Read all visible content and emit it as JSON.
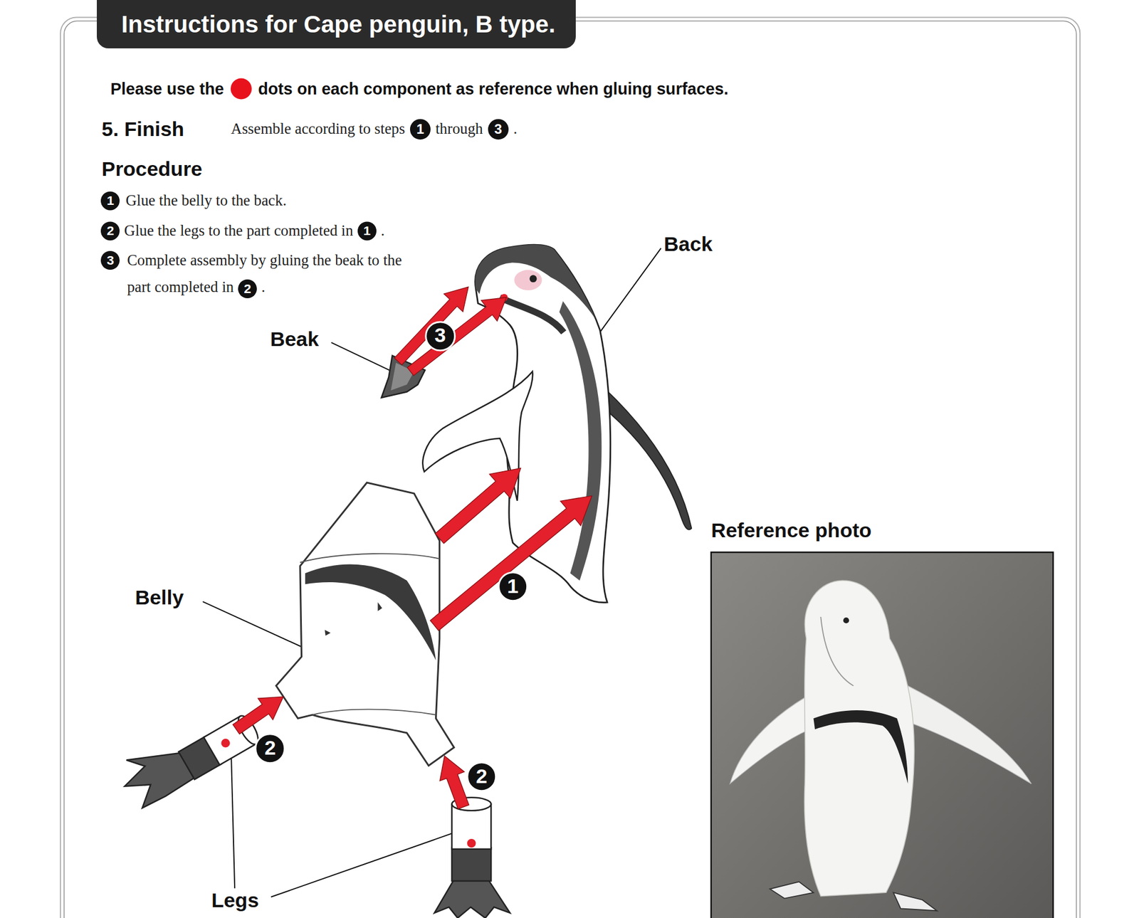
{
  "diagram": {
    "title": "Instructions for Cape penguin, B type.",
    "labels": [
      "Please use the",
      "dots on each component as reference when gluing surfaces.",
      "5. Finish",
      "Assemble according to steps",
      "1",
      "through",
      "3",
      ".",
      "Procedure",
      "1",
      "Glue the belly to the back.",
      "2",
      "Glue the legs to the part completed in",
      "1",
      ".",
      "3",
      "Complete assembly by gluing the beak to the part completed in",
      "2",
      ".",
      "Back",
      "Beak",
      "3",
      "1",
      "Belly",
      "2",
      "2",
      "Legs",
      "Reference photo"
    ]
  }
}
